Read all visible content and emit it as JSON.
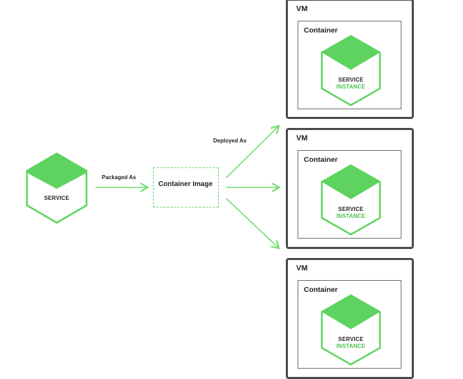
{
  "colors": {
    "hex_top": "#5fd35f",
    "hex_body": "#ffffff",
    "hex_stroke": "#5fd35f",
    "arrow": "#6fdc6f",
    "vm_border": "#4a4a4a",
    "container_border": "#6d6d6d",
    "instance_text": "#4cc24c"
  },
  "service": {
    "label": "SERVICE"
  },
  "edges": {
    "packaged_as": "Packaged As",
    "deployed_as": "Deployed As"
  },
  "container_image": {
    "label": "Container Image"
  },
  "vms": [
    {
      "vm_label": "VM",
      "container_label": "Container",
      "service_line1": "SERVICE",
      "service_line2": "INSTANCE"
    },
    {
      "vm_label": "VM",
      "container_label": "Container",
      "service_line1": "SERVICE",
      "service_line2": "INSTANCE"
    },
    {
      "vm_label": "VM",
      "container_label": "Container",
      "service_line1": "SERVICE",
      "service_line2": "INSTANCE"
    }
  ]
}
